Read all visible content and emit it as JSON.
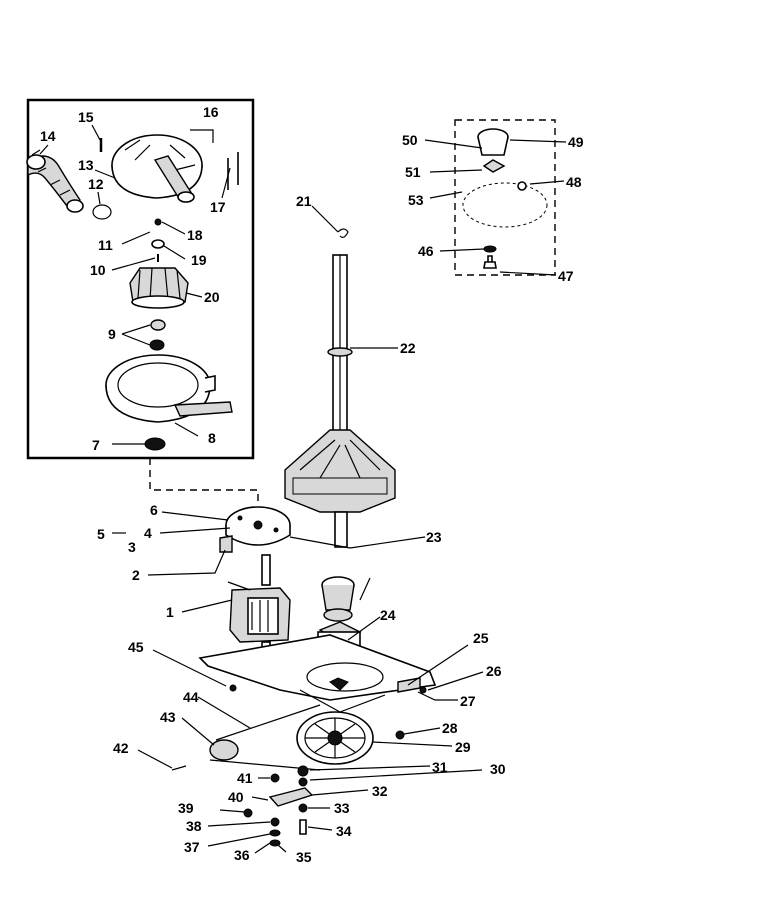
{
  "labels": {
    "p1": "1",
    "p2": "2",
    "p3": "3",
    "p4": "4",
    "p5": "5",
    "p6": "6",
    "p7": "7",
    "p8": "8",
    "p9": "9",
    "p10": "10",
    "p11": "11",
    "p12": "12",
    "p13": "13",
    "p14": "14",
    "p15": "15",
    "p16": "16",
    "p17": "17",
    "p18": "18",
    "p19": "19",
    "p20": "20",
    "p21": "21",
    "p22": "22",
    "p23": "23",
    "p24": "24",
    "p25": "25",
    "p26": "26",
    "p27": "27",
    "p28": "28",
    "p29": "29",
    "p30": "30",
    "p31": "31",
    "p32": "32",
    "p33": "33",
    "p34": "34",
    "p35": "35",
    "p36": "36",
    "p37": "37",
    "p38": "38",
    "p39": "39",
    "p40": "40",
    "p41": "41",
    "p42": "42",
    "p43": "43",
    "p44": "44",
    "p45": "45",
    "p46": "46",
    "p47": "47",
    "p48": "48",
    "p49": "49",
    "p50": "50",
    "p51": "51",
    "p53": "53"
  }
}
